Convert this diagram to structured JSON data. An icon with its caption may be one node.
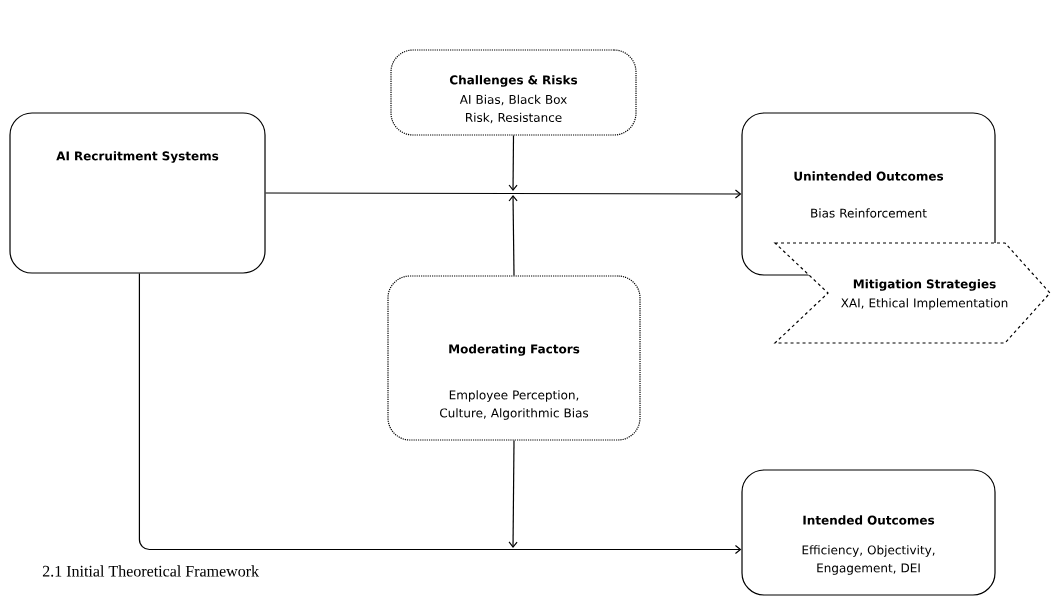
{
  "diagram": {
    "caption": "2.1 Initial Theoretical Framework",
    "nodes": [
      {
        "text": [
          "AI Recruitment Systems"
        ]
      },
      {
        "text": [
          "Challenges & Risks",
          "AI Bias, Black Box Risk, Resistance"
        ]
      },
      {
        "text": [
          "Unintended Outcomes",
          "Bias Reinforcement"
        ]
      },
      {
        "text": [
          "Mitigation Strategies",
          "XAI, Ethical Implementation"
        ]
      },
      {
        "text": [
          "Moderating Factors",
          "Employee Perception, Culture, Algorithmic Bias"
        ]
      },
      {
        "text": [
          "Intended Outcomes",
          "Efficiency, Objectivity, Engagement, DEI"
        ]
      }
    ],
    "edges": [
      {
        "from": 0,
        "to": 2,
        "arrow": "to"
      },
      {
        "from": 1,
        "to": null,
        "arrow": "to"
      },
      {
        "from": 4,
        "to": null,
        "arrow": "to"
      },
      {
        "from": 4,
        "to": null,
        "arrow": "to"
      },
      {
        "from": 0,
        "to": 5,
        "arrow": "to"
      }
    ]
  }
}
